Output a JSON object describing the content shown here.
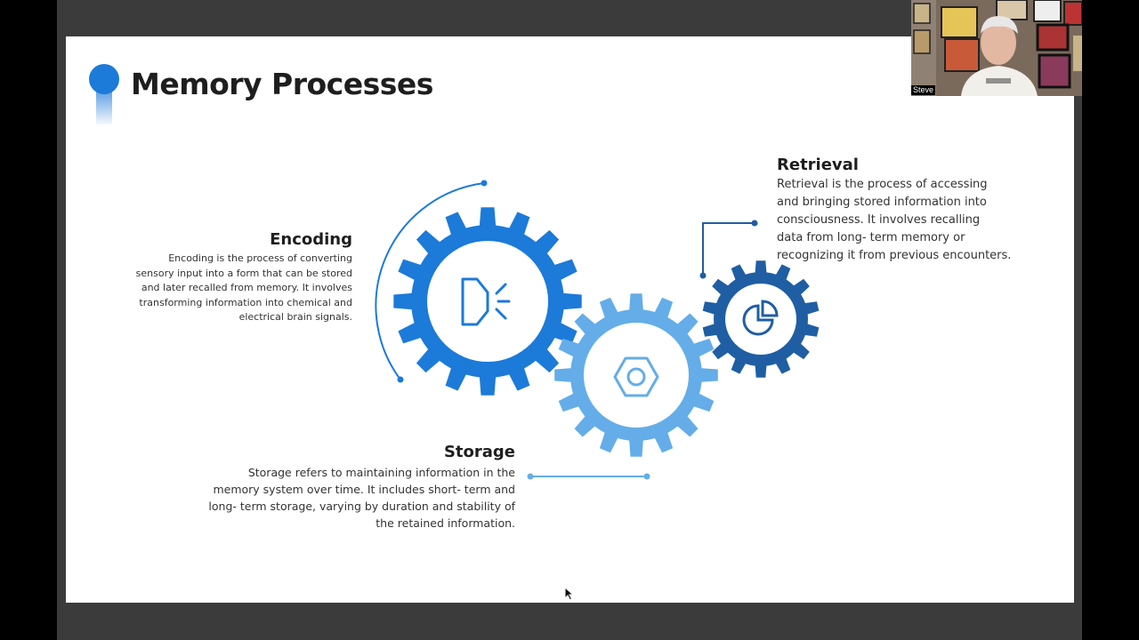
{
  "slide": {
    "title": "Memory Processes",
    "colors": {
      "gear_encoding": "#1c7ad9",
      "gear_storage": "#64ade8",
      "gear_retrieval": "#1f5ea3",
      "accent": "#1c7ad9"
    },
    "icons": {
      "encoding": "speaker-icon",
      "storage": "hex-nut-icon",
      "retrieval": "pie-chart-icon"
    },
    "encoding": {
      "heading": "Encoding",
      "lines": [
        "Encoding is the process of converting",
        "sensory input into a form that can be stored",
        "and later recalled from memory. It involves",
        "transforming information into chemical and",
        "electrical brain signals."
      ]
    },
    "storage": {
      "heading": "Storage",
      "lines": [
        "Storage refers to maintaining information in the",
        "memory system over time. It includes short- term and",
        "long- term storage, varying by duration and stability of",
        "the retained information."
      ]
    },
    "retrieval": {
      "heading": "Retrieval",
      "lines": [
        "Retrieval is the process of accessing",
        "and bringing stored information into",
        "consciousness. It involves recalling",
        "data from long- term memory or",
        "recognizing it from previous encounters."
      ]
    }
  },
  "webcam": {
    "participant_name": "Steve"
  }
}
